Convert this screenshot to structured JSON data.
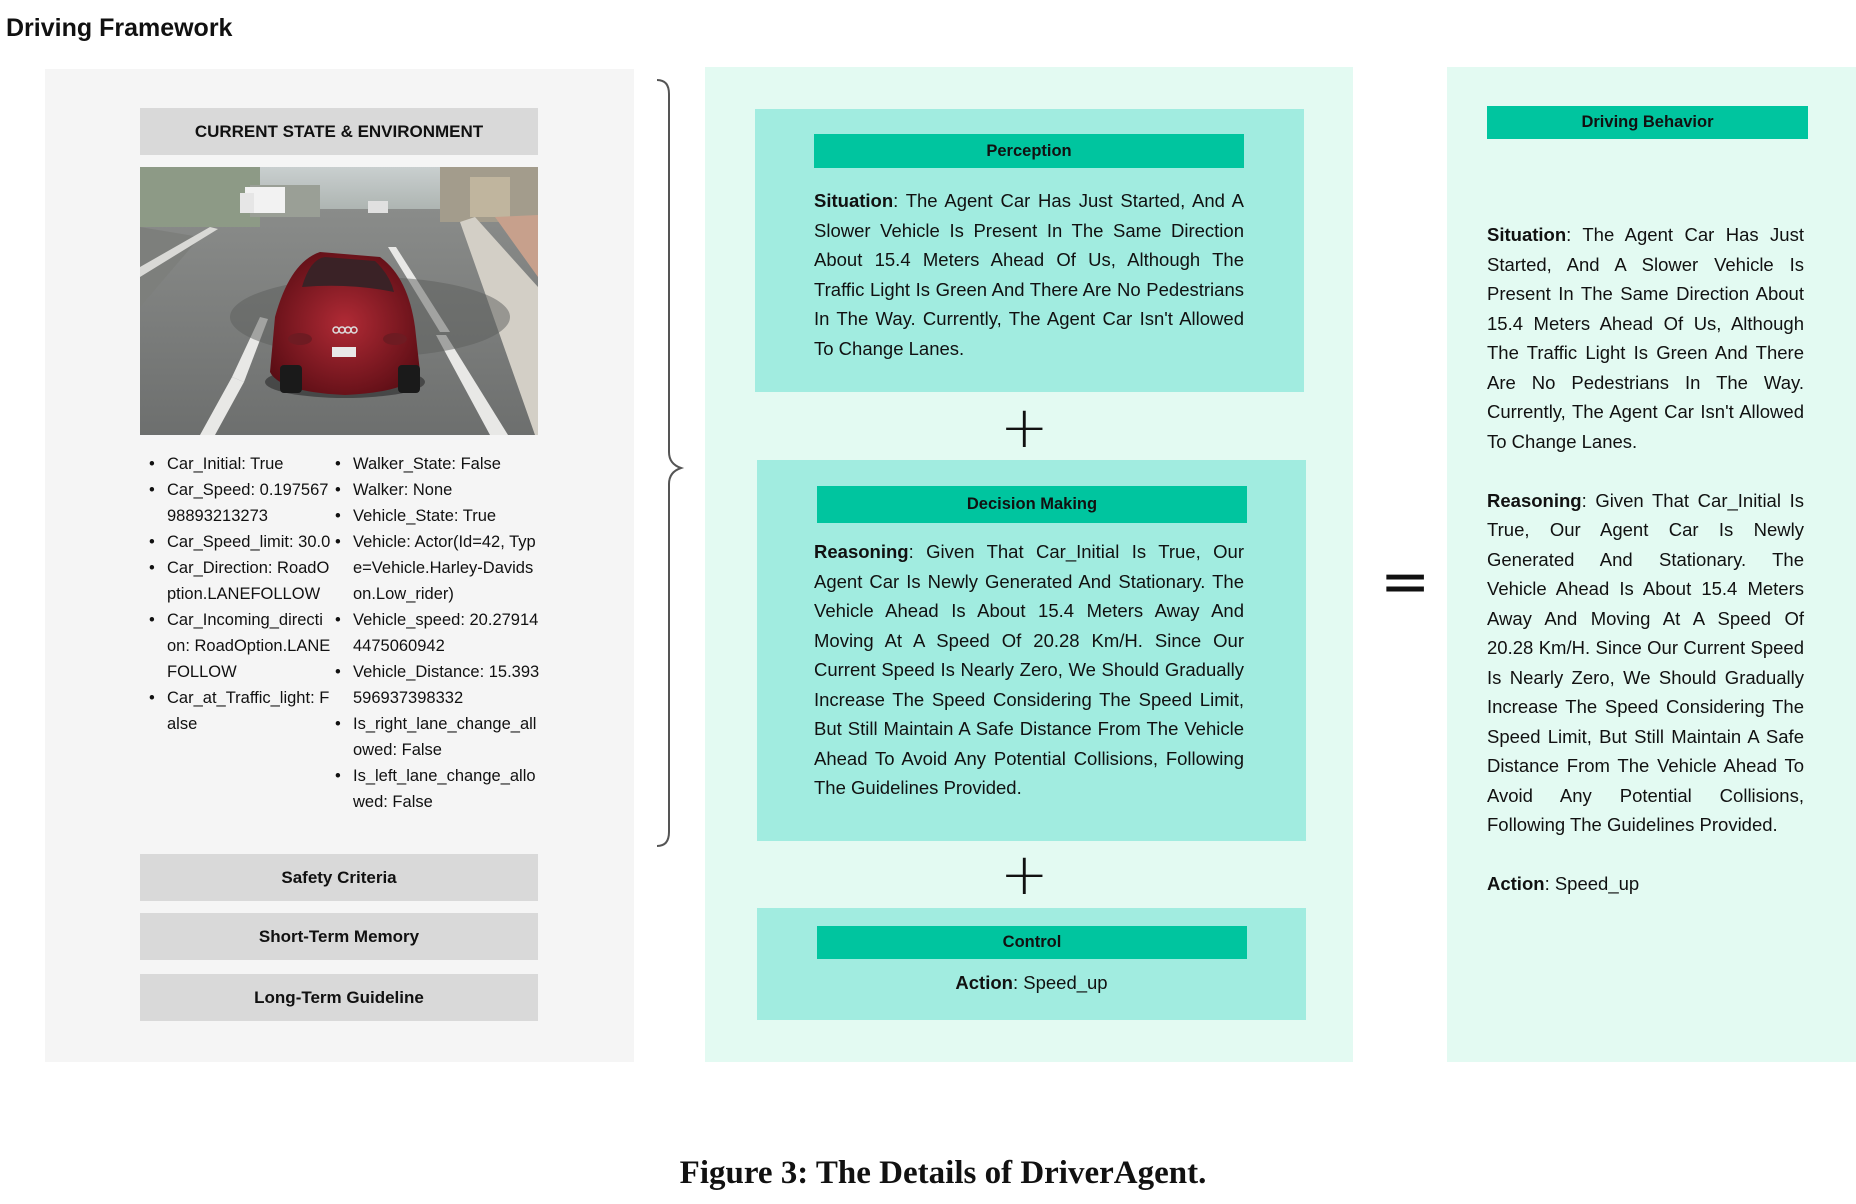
{
  "header": {
    "title": "Driving Framework"
  },
  "left_panel": {
    "state_title": "CURRENT STATE & ENVIRONMENT",
    "state_col1": [
      "Car_Initial: True",
      "Car_Speed: 0.19756798893213273",
      "Car_Speed_limit: 30.0",
      "Car_Direction: RoadOption.LANEFOLLOW",
      "Car_Incoming_direction: RoadOption.LANEFOLLOW",
      "Car_at_Traffic_light: False"
    ],
    "state_col2": [
      "Walker_State: False",
      "Walker: None",
      "Vehicle_State: True",
      "Vehicle: Actor(Id=42, Type=Vehicle.Harley-Davidson.Low_rider)",
      "Vehicle_speed: 20.279144475060942",
      "Vehicle_Distance: 15.393596937398332",
      "Is_right_lane_change_allowed: False",
      "Is_left_lane_change_allowed: False"
    ],
    "safety_label": "Safety Criteria",
    "memory_label": "Short-Term Memory",
    "guideline_label": "Long-Term Guideline"
  },
  "middle_panel": {
    "perception_label": "Perception",
    "perception_key": "Situation",
    "perception_text": ": The Agent Car Has Just Started, And A Slower Vehicle Is Present In The Same Direction About 15.4 Meters Ahead Of Us, Although The Traffic Light Is Green And There Are No Pedestrians In The Way. Currently, The Agent Car Isn't Allowed To Change Lanes.",
    "plus_symbol": "+",
    "decision_label": "Decision Making",
    "decision_key": "Reasoning",
    "decision_text": ": Given That Car_Initial Is True, Our Agent Car Is Newly Generated And Stationary. The Vehicle Ahead Is About 15.4 Meters Away And Moving At A Speed Of 20.28 Km/H. Since Our Current Speed Is Nearly Zero, We Should Gradually Increase The Speed Considering The Speed Limit, But Still Maintain A Safe Distance From The Vehicle Ahead To Avoid Any Potential Collisions, Following The Guidelines Provided.",
    "control_label": "Control",
    "action_key": "Action",
    "action_text": ": Speed_up"
  },
  "equals_symbol": "=",
  "right_panel": {
    "behavior_label": "Driving Behavior",
    "situation_key": "Situation",
    "situation_text": ": The Agent Car Has Just Started, And A Slower Vehicle Is Present In The Same Direction About 15.4 Meters Ahead Of Us, Although The Traffic Light Is Green And There Are No Pedestrians In The Way. Currently, The Agent Car Isn't Allowed To Change Lanes.",
    "reasoning_key": "Reasoning",
    "reasoning_text": ": Given That Car_Initial Is True, Our Agent Car Is Newly Generated And Stationary. The Vehicle Ahead Is About 15.4 Meters Away And Moving At A Speed Of 20.28 Km/H. Since Our Current Speed Is Nearly Zero, We Should Gradually Increase The Speed Considering The Speed Limit, But Still Maintain A Safe Distance From The Vehicle Ahead To Avoid Any Potential Collisions, Following The Guidelines Provided.",
    "action_key": "Action",
    "action_text": ": Speed_up"
  },
  "caption": "Figure 3: The Details of DriverAgent.",
  "colors": {
    "accent_green": "#00c59f",
    "box_green": "#a1ece0",
    "panel_green": "#e3faf2",
    "panel_gray": "#f5f5f5",
    "bar_gray": "#d9d9d9"
  }
}
